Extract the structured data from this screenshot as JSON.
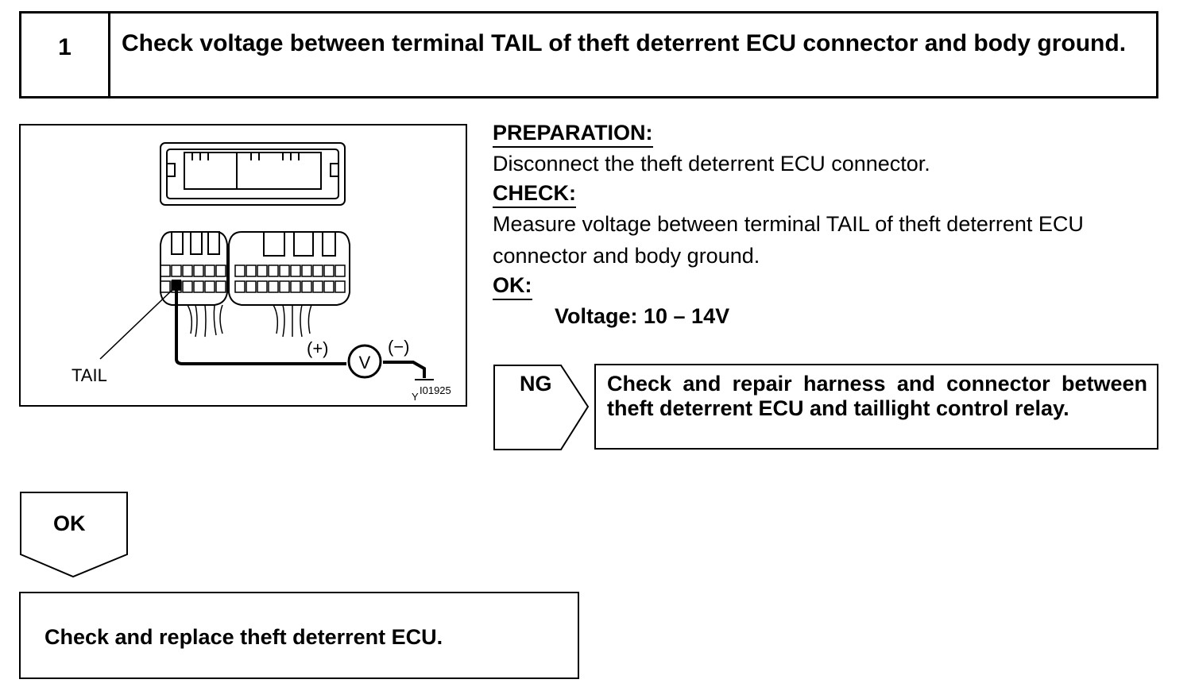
{
  "step": {
    "number": "1",
    "title": "Check voltage between terminal TAIL of theft deterrent ECU connector and body ground."
  },
  "figure": {
    "terminal_label": "TAIL",
    "plus_label": "(+)",
    "minus_label": "(−)",
    "meter_symbol": "V",
    "code_prefix": "Y",
    "code": "I01925"
  },
  "instructions": {
    "preparation_heading": "PREPARATION:",
    "preparation_text": "Disconnect the theft deterrent ECU connector.",
    "check_heading": "CHECK:",
    "check_text": "Measure voltage between terminal TAIL of theft deterrent ECU connector and body ground.",
    "ok_heading": "OK:",
    "ok_spec": "Voltage: 10 – 14V"
  },
  "ng_branch": {
    "label": "NG",
    "action": "Check and repair harness and connector between theft deterrent ECU and taillight control relay."
  },
  "ok_branch": {
    "label": "OK",
    "action": "Check and replace theft deterrent ECU."
  }
}
